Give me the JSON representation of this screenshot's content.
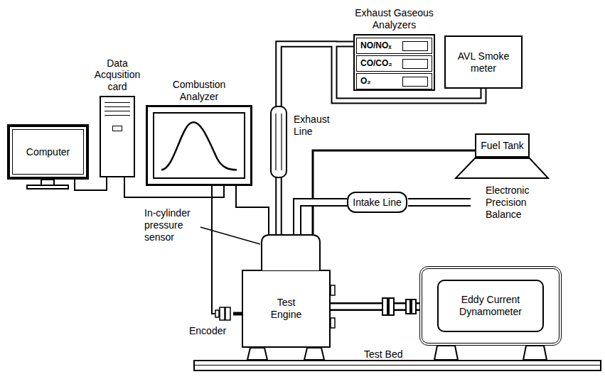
{
  "diagram": {
    "nodes": [
      {
        "text": [
          "Exhaust Gaseous Analyzers"
        ]
      },
      {
        "text": [
          "NO/NOₓ"
        ],
        "in": 0
      },
      {
        "text": [
          "CO/CO₂"
        ],
        "in": 0
      },
      {
        "text": [
          "O₂"
        ],
        "in": 0
      },
      {
        "text": [
          "AVL Smoke meter"
        ]
      },
      {
        "text": [
          "Data Acqusition card"
        ]
      },
      {
        "text": [
          "Combustion Analyzer"
        ]
      },
      {
        "text": [
          "Computer"
        ]
      },
      {
        "text": [
          "Fuel Tank"
        ]
      },
      {
        "text": [
          "Electronic Precision Balance"
        ]
      },
      {
        "text": [
          "Intake Line"
        ]
      },
      {
        "text": [
          "Test Engine"
        ]
      },
      {
        "text": [
          "Encoder"
        ]
      },
      {
        "text": [
          "Eddy Current Dynamometer"
        ]
      },
      {
        "text": [
          "Test Bed"
        ]
      }
    ],
    "edges": [
      {
        "from": 7,
        "to": 5,
        "arrow": "none"
      },
      {
        "from": 5,
        "to": 6,
        "arrow": "none"
      },
      {
        "from": 6,
        "to": 11,
        "arrow": "none"
      },
      {
        "from": 6,
        "to": 12,
        "arrow": "none"
      },
      {
        "from": 11,
        "to": 0,
        "arrow": "none"
      },
      {
        "from": 11,
        "to": 4,
        "arrow": "none"
      },
      {
        "from": 8,
        "to": 11,
        "arrow": "none"
      },
      {
        "from": 10,
        "to": 11,
        "arrow": "none"
      },
      {
        "from": 12,
        "to": 11,
        "arrow": "none"
      },
      {
        "from": 11,
        "to": 13,
        "arrow": "none"
      }
    ],
    "labels": [
      "Exhaust Line",
      "In-cylinder pressure sensor"
    ]
  }
}
